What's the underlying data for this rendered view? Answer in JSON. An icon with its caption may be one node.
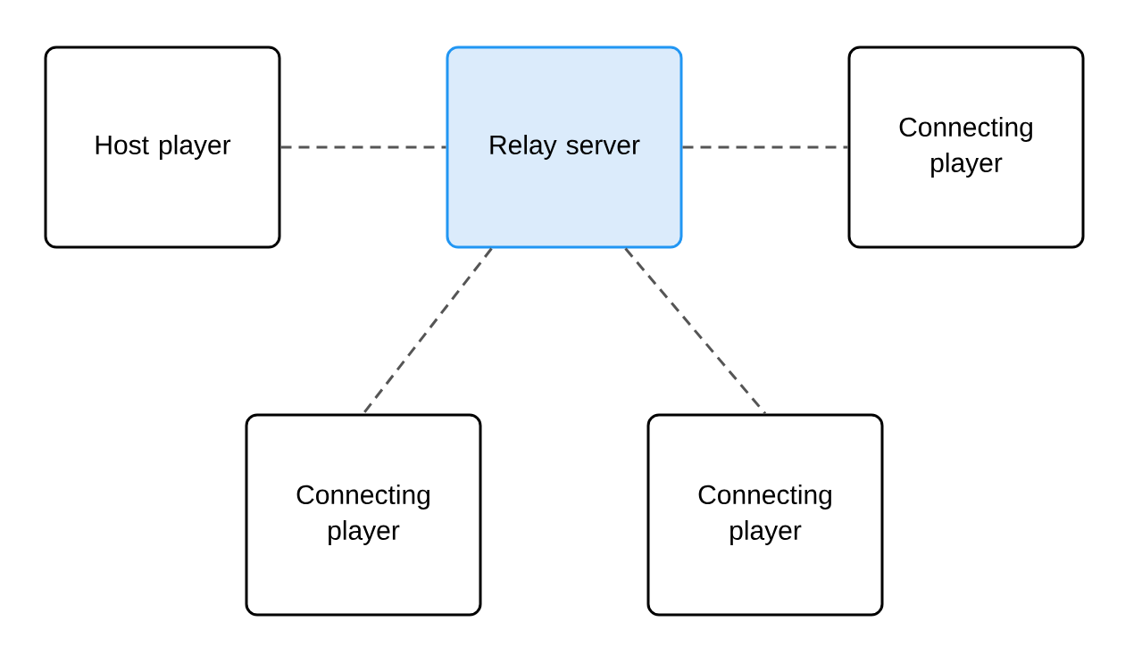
{
  "diagram": {
    "nodes": [
      {
        "text": [
          "Host player"
        ]
      },
      {
        "text": [
          "Relay server"
        ]
      },
      {
        "text": [
          "Connecting player"
        ]
      },
      {
        "text": [
          "Connecting player"
        ]
      },
      {
        "text": [
          "Connecting player"
        ]
      }
    ],
    "edges": [
      {
        "from": 0,
        "to": 1,
        "arrow": "none",
        "style": "dashed"
      },
      {
        "from": 1,
        "to": 2,
        "arrow": "none",
        "style": "dashed"
      },
      {
        "from": 1,
        "to": 3,
        "arrow": "none",
        "style": "dashed"
      },
      {
        "from": 1,
        "to": 4,
        "arrow": "none",
        "style": "dashed"
      }
    ]
  }
}
